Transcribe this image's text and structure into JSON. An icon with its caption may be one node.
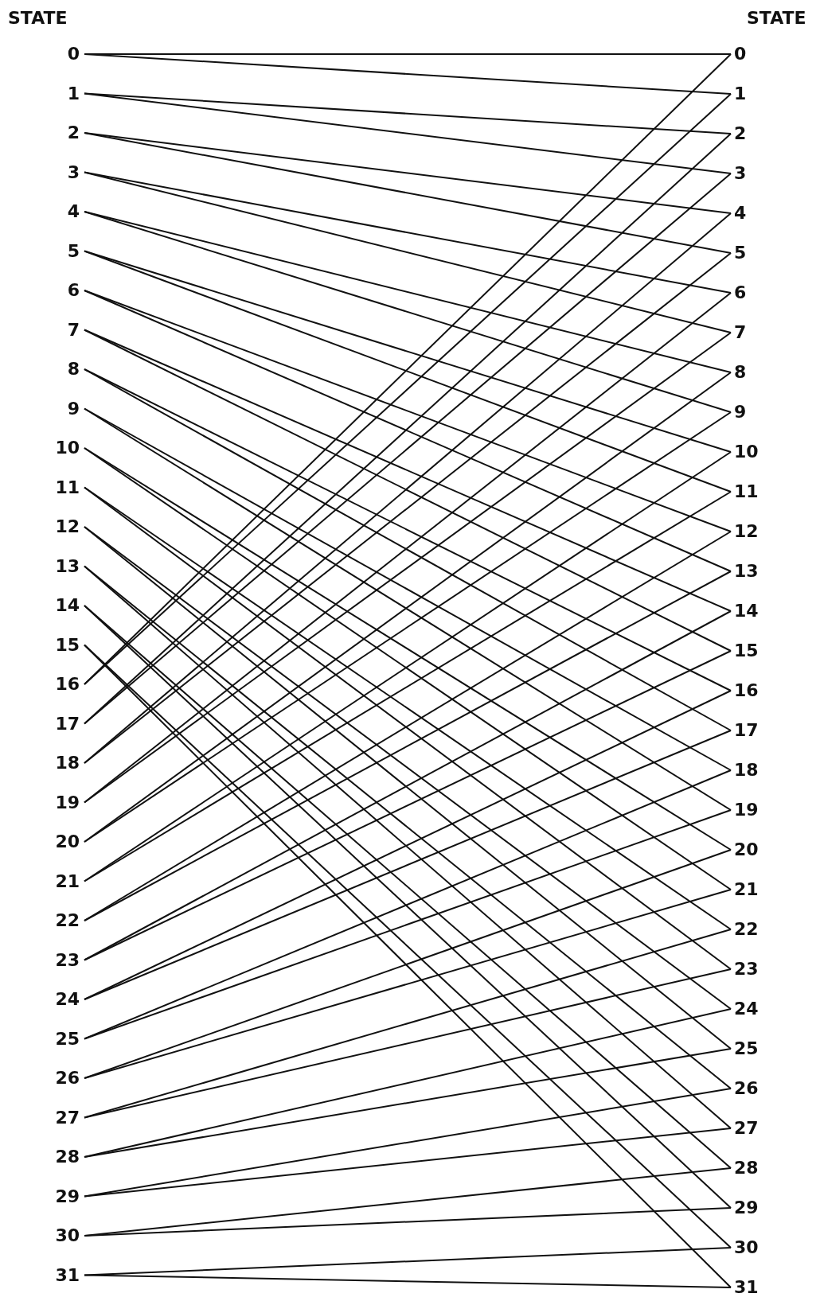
{
  "diagram": {
    "nodes": [
      {
        "text": [
          "0"
        ]
      },
      {
        "text": [
          "1"
        ]
      },
      {
        "text": [
          "2"
        ]
      },
      {
        "text": [
          "3"
        ]
      },
      {
        "text": [
          "4"
        ]
      },
      {
        "text": [
          "5"
        ]
      },
      {
        "text": [
          "6"
        ]
      },
      {
        "text": [
          "7"
        ]
      },
      {
        "text": [
          "8"
        ]
      },
      {
        "text": [
          "9"
        ]
      },
      {
        "text": [
          "10"
        ]
      },
      {
        "text": [
          "11"
        ]
      },
      {
        "text": [
          "12"
        ]
      },
      {
        "text": [
          "13"
        ]
      },
      {
        "text": [
          "14"
        ]
      },
      {
        "text": [
          "15"
        ]
      },
      {
        "text": [
          "16"
        ]
      },
      {
        "text": [
          "17"
        ]
      },
      {
        "text": [
          "18"
        ]
      },
      {
        "text": [
          "19"
        ]
      },
      {
        "text": [
          "20"
        ]
      },
      {
        "text": [
          "21"
        ]
      },
      {
        "text": [
          "22"
        ]
      },
      {
        "text": [
          "23"
        ]
      },
      {
        "text": [
          "24"
        ]
      },
      {
        "text": [
          "25"
        ]
      },
      {
        "text": [
          "26"
        ]
      },
      {
        "text": [
          "27"
        ]
      },
      {
        "text": [
          "28"
        ]
      },
      {
        "text": [
          "29"
        ]
      },
      {
        "text": [
          "30"
        ]
      },
      {
        "text": [
          "31"
        ]
      },
      {
        "text": [
          "0"
        ]
      },
      {
        "text": [
          "1"
        ]
      },
      {
        "text": [
          "2"
        ]
      },
      {
        "text": [
          "3"
        ]
      },
      {
        "text": [
          "4"
        ]
      },
      {
        "text": [
          "5"
        ]
      },
      {
        "text": [
          "6"
        ]
      },
      {
        "text": [
          "7"
        ]
      },
      {
        "text": [
          "8"
        ]
      },
      {
        "text": [
          "9"
        ]
      },
      {
        "text": [
          "10"
        ]
      },
      {
        "text": [
          "11"
        ]
      },
      {
        "text": [
          "12"
        ]
      },
      {
        "text": [
          "13"
        ]
      },
      {
        "text": [
          "14"
        ]
      },
      {
        "text": [
          "15"
        ]
      },
      {
        "text": [
          "16"
        ]
      },
      {
        "text": [
          "17"
        ]
      },
      {
        "text": [
          "18"
        ]
      },
      {
        "text": [
          "19"
        ]
      },
      {
        "text": [
          "20"
        ]
      },
      {
        "text": [
          "21"
        ]
      },
      {
        "text": [
          "22"
        ]
      },
      {
        "text": [
          "23"
        ]
      },
      {
        "text": [
          "24"
        ]
      },
      {
        "text": [
          "25"
        ]
      },
      {
        "text": [
          "26"
        ]
      },
      {
        "text": [
          "27"
        ]
      },
      {
        "text": [
          "28"
        ]
      },
      {
        "text": [
          "29"
        ]
      },
      {
        "text": [
          "30"
        ]
      },
      {
        "text": [
          "31"
        ]
      }
    ],
    "edges": [
      {
        "from": 0,
        "to": 32,
        "arrow": "none"
      },
      {
        "from": 0,
        "to": 33,
        "arrow": "none"
      },
      {
        "from": 1,
        "to": 34,
        "arrow": "none"
      },
      {
        "from": 1,
        "to": 35,
        "arrow": "none"
      },
      {
        "from": 2,
        "to": 36,
        "arrow": "none"
      },
      {
        "from": 2,
        "to": 37,
        "arrow": "none"
      },
      {
        "from": 3,
        "to": 38,
        "arrow": "none"
      },
      {
        "from": 3,
        "to": 39,
        "arrow": "none"
      },
      {
        "from": 4,
        "to": 40,
        "arrow": "none"
      },
      {
        "from": 4,
        "to": 41,
        "arrow": "none"
      },
      {
        "from": 5,
        "to": 42,
        "arrow": "none"
      },
      {
        "from": 5,
        "to": 43,
        "arrow": "none"
      },
      {
        "from": 6,
        "to": 44,
        "arrow": "none"
      },
      {
        "from": 6,
        "to": 45,
        "arrow": "none"
      },
      {
        "from": 7,
        "to": 46,
        "arrow": "none"
      },
      {
        "from": 7,
        "to": 47,
        "arrow": "none"
      },
      {
        "from": 8,
        "to": 48,
        "arrow": "none"
      },
      {
        "from": 8,
        "to": 49,
        "arrow": "none"
      },
      {
        "from": 9,
        "to": 50,
        "arrow": "none"
      },
      {
        "from": 9,
        "to": 51,
        "arrow": "none"
      },
      {
        "from": 10,
        "to": 52,
        "arrow": "none"
      },
      {
        "from": 10,
        "to": 53,
        "arrow": "none"
      },
      {
        "from": 11,
        "to": 54,
        "arrow": "none"
      },
      {
        "from": 11,
        "to": 55,
        "arrow": "none"
      },
      {
        "from": 12,
        "to": 56,
        "arrow": "none"
      },
      {
        "from": 12,
        "to": 57,
        "arrow": "none"
      },
      {
        "from": 13,
        "to": 58,
        "arrow": "none"
      },
      {
        "from": 13,
        "to": 59,
        "arrow": "none"
      },
      {
        "from": 14,
        "to": 60,
        "arrow": "none"
      },
      {
        "from": 14,
        "to": 61,
        "arrow": "none"
      },
      {
        "from": 15,
        "to": 62,
        "arrow": "none"
      },
      {
        "from": 15,
        "to": 63,
        "arrow": "none"
      },
      {
        "from": 16,
        "to": 32,
        "arrow": "none"
      },
      {
        "from": 16,
        "to": 33,
        "arrow": "none"
      },
      {
        "from": 17,
        "to": 34,
        "arrow": "none"
      },
      {
        "from": 17,
        "to": 35,
        "arrow": "none"
      },
      {
        "from": 18,
        "to": 36,
        "arrow": "none"
      },
      {
        "from": 18,
        "to": 37,
        "arrow": "none"
      },
      {
        "from": 19,
        "to": 38,
        "arrow": "none"
      },
      {
        "from": 19,
        "to": 39,
        "arrow": "none"
      },
      {
        "from": 20,
        "to": 40,
        "arrow": "none"
      },
      {
        "from": 20,
        "to": 41,
        "arrow": "none"
      },
      {
        "from": 21,
        "to": 42,
        "arrow": "none"
      },
      {
        "from": 21,
        "to": 43,
        "arrow": "none"
      },
      {
        "from": 22,
        "to": 44,
        "arrow": "none"
      },
      {
        "from": 22,
        "to": 45,
        "arrow": "none"
      },
      {
        "from": 23,
        "to": 46,
        "arrow": "none"
      },
      {
        "from": 23,
        "to": 47,
        "arrow": "none"
      },
      {
        "from": 24,
        "to": 48,
        "arrow": "none"
      },
      {
        "from": 24,
        "to": 49,
        "arrow": "none"
      },
      {
        "from": 25,
        "to": 50,
        "arrow": "none"
      },
      {
        "from": 25,
        "to": 51,
        "arrow": "none"
      },
      {
        "from": 26,
        "to": 52,
        "arrow": "none"
      },
      {
        "from": 26,
        "to": 53,
        "arrow": "none"
      },
      {
        "from": 27,
        "to": 54,
        "arrow": "none"
      },
      {
        "from": 27,
        "to": 55,
        "arrow": "none"
      },
      {
        "from": 28,
        "to": 56,
        "arrow": "none"
      },
      {
        "from": 28,
        "to": 57,
        "arrow": "none"
      },
      {
        "from": 29,
        "to": 58,
        "arrow": "none"
      },
      {
        "from": 29,
        "to": 59,
        "arrow": "none"
      },
      {
        "from": 30,
        "to": 60,
        "arrow": "none"
      },
      {
        "from": 30,
        "to": 61,
        "arrow": "none"
      },
      {
        "from": 31,
        "to": 62,
        "arrow": "none"
      },
      {
        "from": 31,
        "to": 63,
        "arrow": "none"
      }
    ],
    "labels": [
      "STATE",
      "STATE"
    ]
  }
}
